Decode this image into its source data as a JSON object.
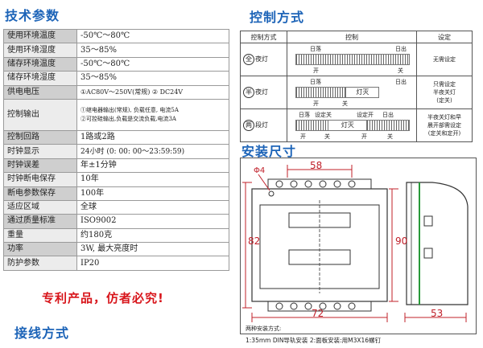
{
  "headings": {
    "specs": "技术参数",
    "control": "控制方式",
    "install": "安装尺寸",
    "wiring": "接线方式"
  },
  "spec_rows": [
    {
      "key": "使用环境温度",
      "value": "-50℃～80℃"
    },
    {
      "key": "使用环境湿度",
      "value": "35～85%"
    },
    {
      "key": "储存环境温度",
      "value": "-50℃～80℃"
    },
    {
      "key": "储存环境湿度",
      "value": "35～85%"
    },
    {
      "key": "供电电压",
      "value": "①AC80V～250V(常规)    ② DC24V"
    },
    {
      "key": "控制输出",
      "value_line1": "①继电器输出(常规), 负载任意, 电流5A",
      "value_line2": "②可控硅输出,负载是交流负载,电流3A"
    },
    {
      "key": "控制回路",
      "value": "1路或2路"
    },
    {
      "key": "时钟显示",
      "value": "24小时 (0: 00: 00～23:59:59)"
    },
    {
      "key": "时钟误差",
      "value": "年±1分钟"
    },
    {
      "key": "时钟断电保存",
      "value": "10年"
    },
    {
      "key": "断电参数保存",
      "value": "100年"
    },
    {
      "key": "适应区域",
      "value": "全球"
    },
    {
      "key": "通过质量标准",
      "value": "ISO9002"
    },
    {
      "key": "重量",
      "value": "约180克"
    },
    {
      "key": "功率",
      "value": "3W, 最大亮度时"
    },
    {
      "key": "防护参数",
      "value": "IP20"
    }
  ],
  "patent_notice": "专利产品，仿者必究!",
  "control_table": {
    "headers": [
      "控制方式",
      "控制",
      "设定"
    ],
    "rows": [
      {
        "icon": "全",
        "mode": "夜灯",
        "labels": {
          "sunset": "日落",
          "sunrise": "日出",
          "on": "开",
          "off": "关"
        },
        "setting": "无需设定"
      },
      {
        "icon": "半",
        "mode": "夜灯",
        "labels": {
          "sunset": "日落",
          "sunrise": "日出",
          "on": "开",
          "off": "关",
          "lamp_off": "灯灭"
        },
        "setting": "只需设定\n半夜关灯\n(定关)"
      },
      {
        "icon": "两",
        "mode": "段灯",
        "labels": {
          "sunset": "日落",
          "set_off": "设定关",
          "set_on": "设定开",
          "sunrise": "日出",
          "on1": "开",
          "off1": "关",
          "on2": "开",
          "off2": "关",
          "lamp_off": "灯灭"
        },
        "setting": "半夜关灯和早\n晨开部需设定\n(定关和定开)"
      }
    ]
  },
  "dimensions": {
    "width_top": "58",
    "hole": "Φ4",
    "height_left": "82",
    "height_right": "90",
    "width_bottom": "72",
    "depth": "53"
  },
  "install_notes": {
    "line1": "两种安装方式:",
    "line2": "1:35mm DIN导轨安装  2:面板安装:用M3X16螺钉"
  },
  "colors": {
    "heading": "#1d64b8",
    "patent": "#d8151b",
    "dimension": "#c0202a",
    "green_rail": "#2a9a3a"
  }
}
